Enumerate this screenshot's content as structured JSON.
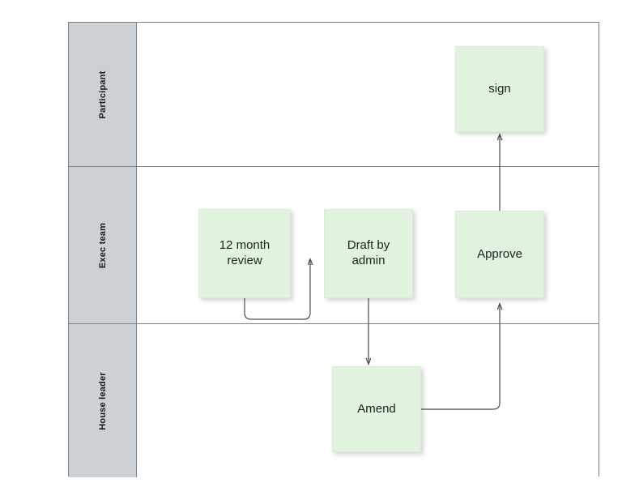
{
  "diagram": {
    "type": "swimlane-flowchart",
    "title": "",
    "colors": {
      "lane_header_fill": "#ccd1d5",
      "lane_border": "#808080",
      "node_fill": "#e2f4e0",
      "node_border": "#d9ead7",
      "node_text": "#212121",
      "connector": "#4d4d4d",
      "background": "#ffffff"
    },
    "lanes": [
      {
        "id": "participant",
        "label": "Participant"
      },
      {
        "id": "exec-team",
        "label": "Exec team"
      },
      {
        "id": "house-leader",
        "label": "House leader"
      }
    ],
    "nodes": [
      {
        "id": "sign",
        "label": "sign",
        "lane": "participant"
      },
      {
        "id": "review",
        "label": "12 month review",
        "lane": "exec-team"
      },
      {
        "id": "draft",
        "label": "Draft by admin",
        "lane": "exec-team"
      },
      {
        "id": "approve",
        "label": "Approve",
        "lane": "exec-team"
      },
      {
        "id": "amend",
        "label": "Amend",
        "lane": "house-leader"
      }
    ],
    "edges": [
      {
        "from": "review",
        "to": "draft",
        "label": ""
      },
      {
        "from": "draft",
        "to": "amend",
        "label": ""
      },
      {
        "from": "amend",
        "to": "approve",
        "label": ""
      },
      {
        "from": "approve",
        "to": "sign",
        "label": ""
      }
    ]
  }
}
